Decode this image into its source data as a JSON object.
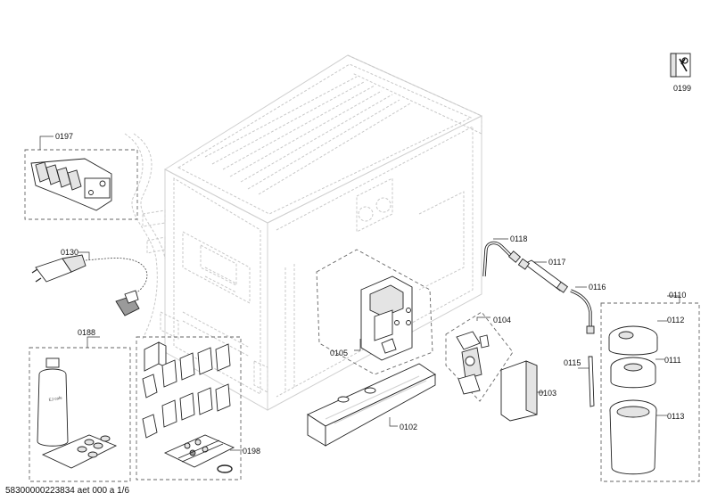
{
  "diagram": {
    "parts": {
      "p0197": "0197",
      "p0199": "0199",
      "p0130": "0130",
      "p0118": "0118",
      "p0117": "0117",
      "p0116": "0116",
      "p0110": "0110",
      "p0112": "0112",
      "p0111": "0111",
      "p0113": "0113",
      "p0115": "0115",
      "p0104": "0104",
      "p0105": "0105",
      "p0103": "0103",
      "p0102": "0102",
      "p0188": "0188",
      "p0198": "0198"
    },
    "document_ref": "58300000223834 aet 000 a 1/6"
  }
}
